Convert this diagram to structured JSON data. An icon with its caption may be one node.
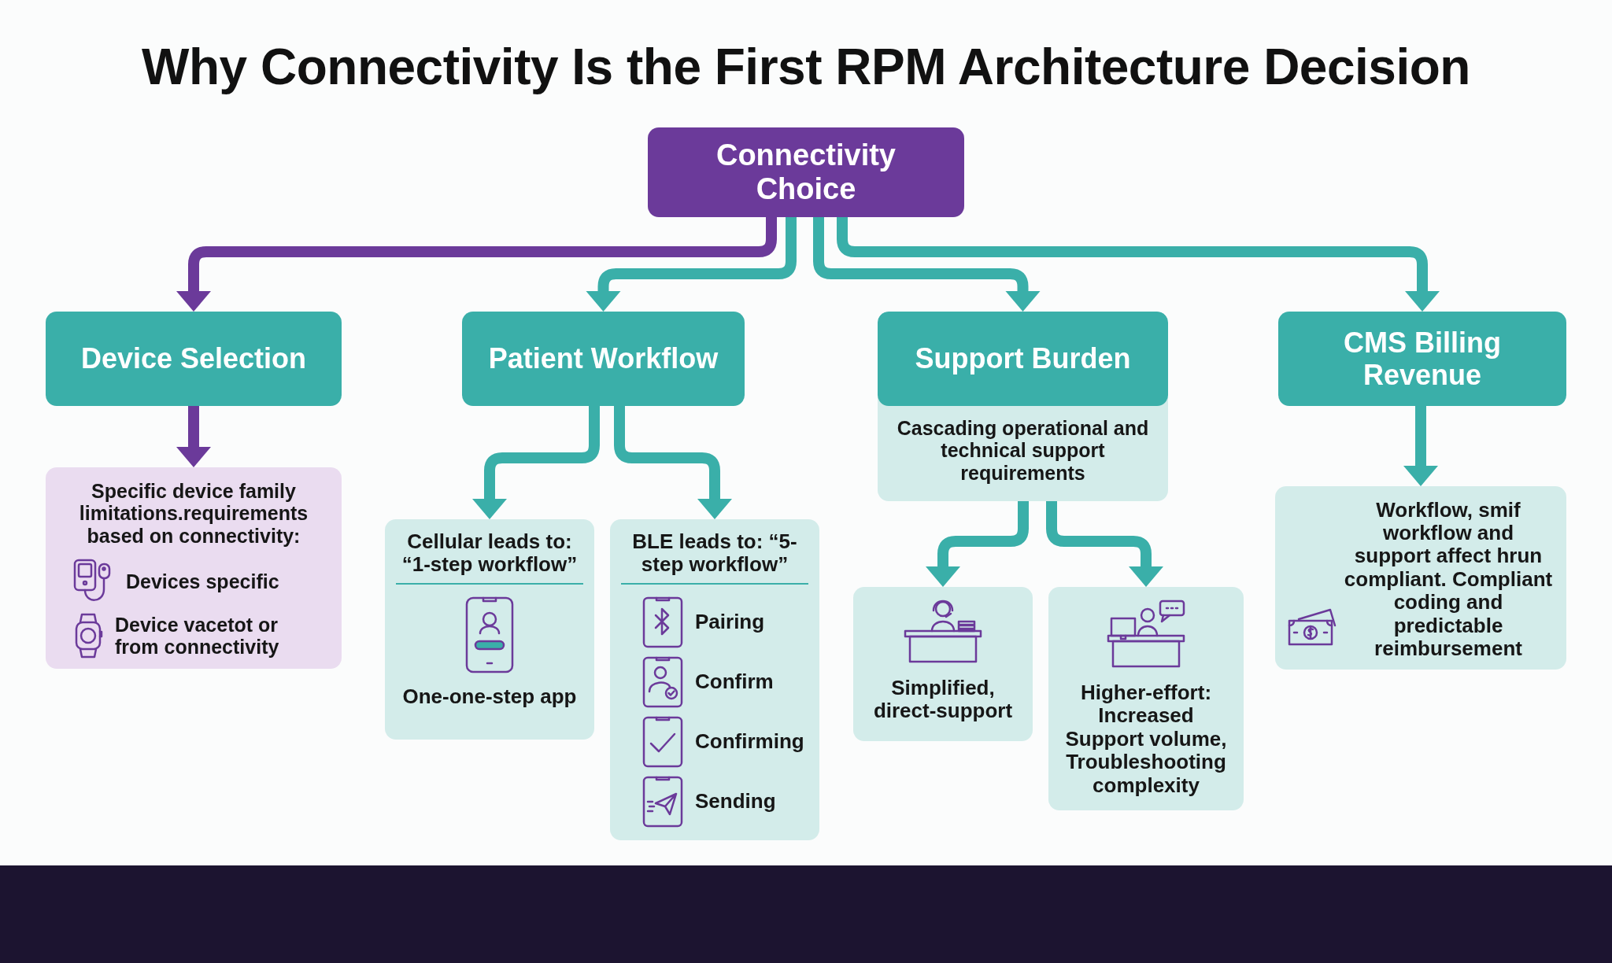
{
  "diagram": {
    "title": "Why Connectivity Is the First RPM Architecture Decision",
    "nodes": [
      {
        "text": [
          "Connectivity Choice"
        ]
      },
      {
        "text": [
          "Device Selection"
        ]
      },
      {
        "text": [
          "Patient Workflow"
        ]
      },
      {
        "text": [
          "Support Burden",
          "Cascading operational and technical support requirements"
        ]
      },
      {
        "text": [
          "CMS Billing Revenue"
        ]
      },
      {
        "text": [
          "Specific device family limitations.requirements based on connectivity:",
          "Devices specific",
          "Device vacetot or from connectivity"
        ]
      },
      {
        "text": [
          "Cellular leads to: “1-step workflow”",
          "One-one-step app"
        ]
      },
      {
        "text": [
          "BLE leads to: “5-step workflow”",
          "Pairing",
          "Confirm",
          "Confirming",
          "Sending"
        ]
      },
      {
        "text": [
          "Simplified, direct-support"
        ]
      },
      {
        "text": [
          "Higher-effort: Increased Support volume, Troubleshooting complexity"
        ]
      },
      {
        "text": [
          "Workflow, smif workflow and support affect hrun compliant. Compliant coding and predictable reimbursement"
        ]
      }
    ],
    "edges": [
      {
        "from": 0,
        "to": 1,
        "arrow": "to",
        "color": "#6b3a9a"
      },
      {
        "from": 0,
        "to": 2,
        "arrow": "to"
      },
      {
        "from": 0,
        "to": 3,
        "arrow": "to"
      },
      {
        "from": 0,
        "to": 4,
        "arrow": "to"
      },
      {
        "from": 1,
        "to": 5,
        "arrow": "to",
        "color": "#6b3a9a"
      },
      {
        "from": 2,
        "to": 6,
        "arrow": "to"
      },
      {
        "from": 2,
        "to": 7,
        "arrow": "to"
      },
      {
        "from": 3,
        "to": 8,
        "arrow": "to"
      },
      {
        "from": 3,
        "to": 9,
        "arrow": "to"
      },
      {
        "from": 4,
        "to": 10,
        "arrow": "to"
      }
    ]
  }
}
